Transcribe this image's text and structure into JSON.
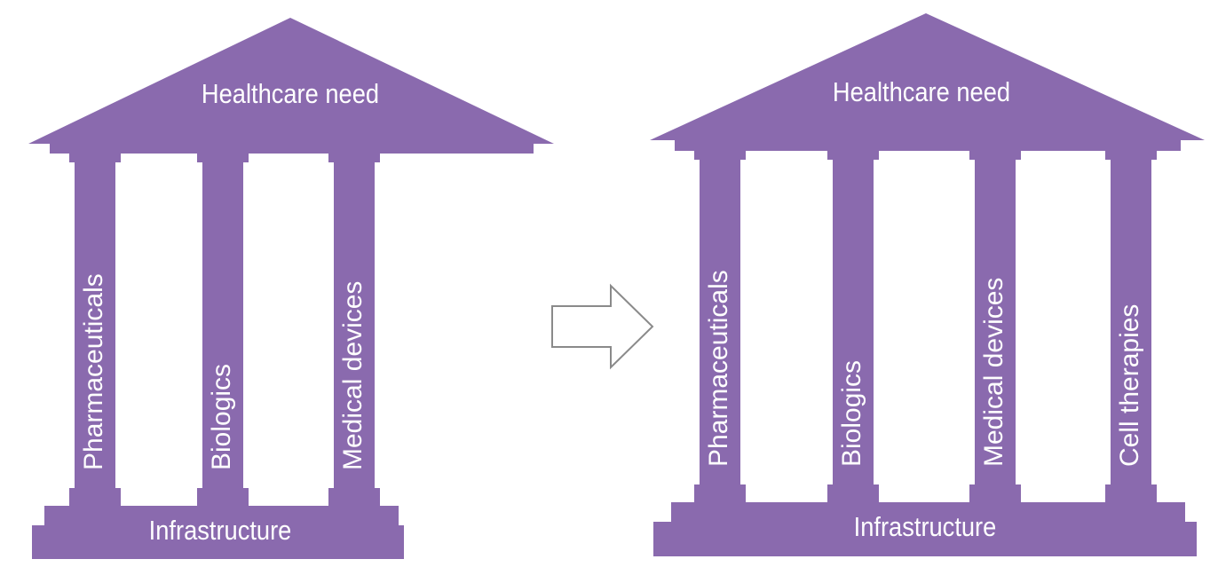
{
  "colors": {
    "structure": "#8a6aae",
    "label": "#ffffff",
    "arrow_outline": "#8a8a8a"
  },
  "before": {
    "roof_label": "Healthcare need",
    "pillars": [
      "Pharmaceuticals",
      "Biologics",
      "Medical devices"
    ],
    "base_label": "Infrastructure"
  },
  "after": {
    "roof_label": "Healthcare need",
    "pillars": [
      "Pharmaceuticals",
      "Biologics",
      "Medical devices",
      "Cell therapies"
    ],
    "base_label": "Infrastructure"
  },
  "transition_icon": "right-arrow-outline-icon"
}
